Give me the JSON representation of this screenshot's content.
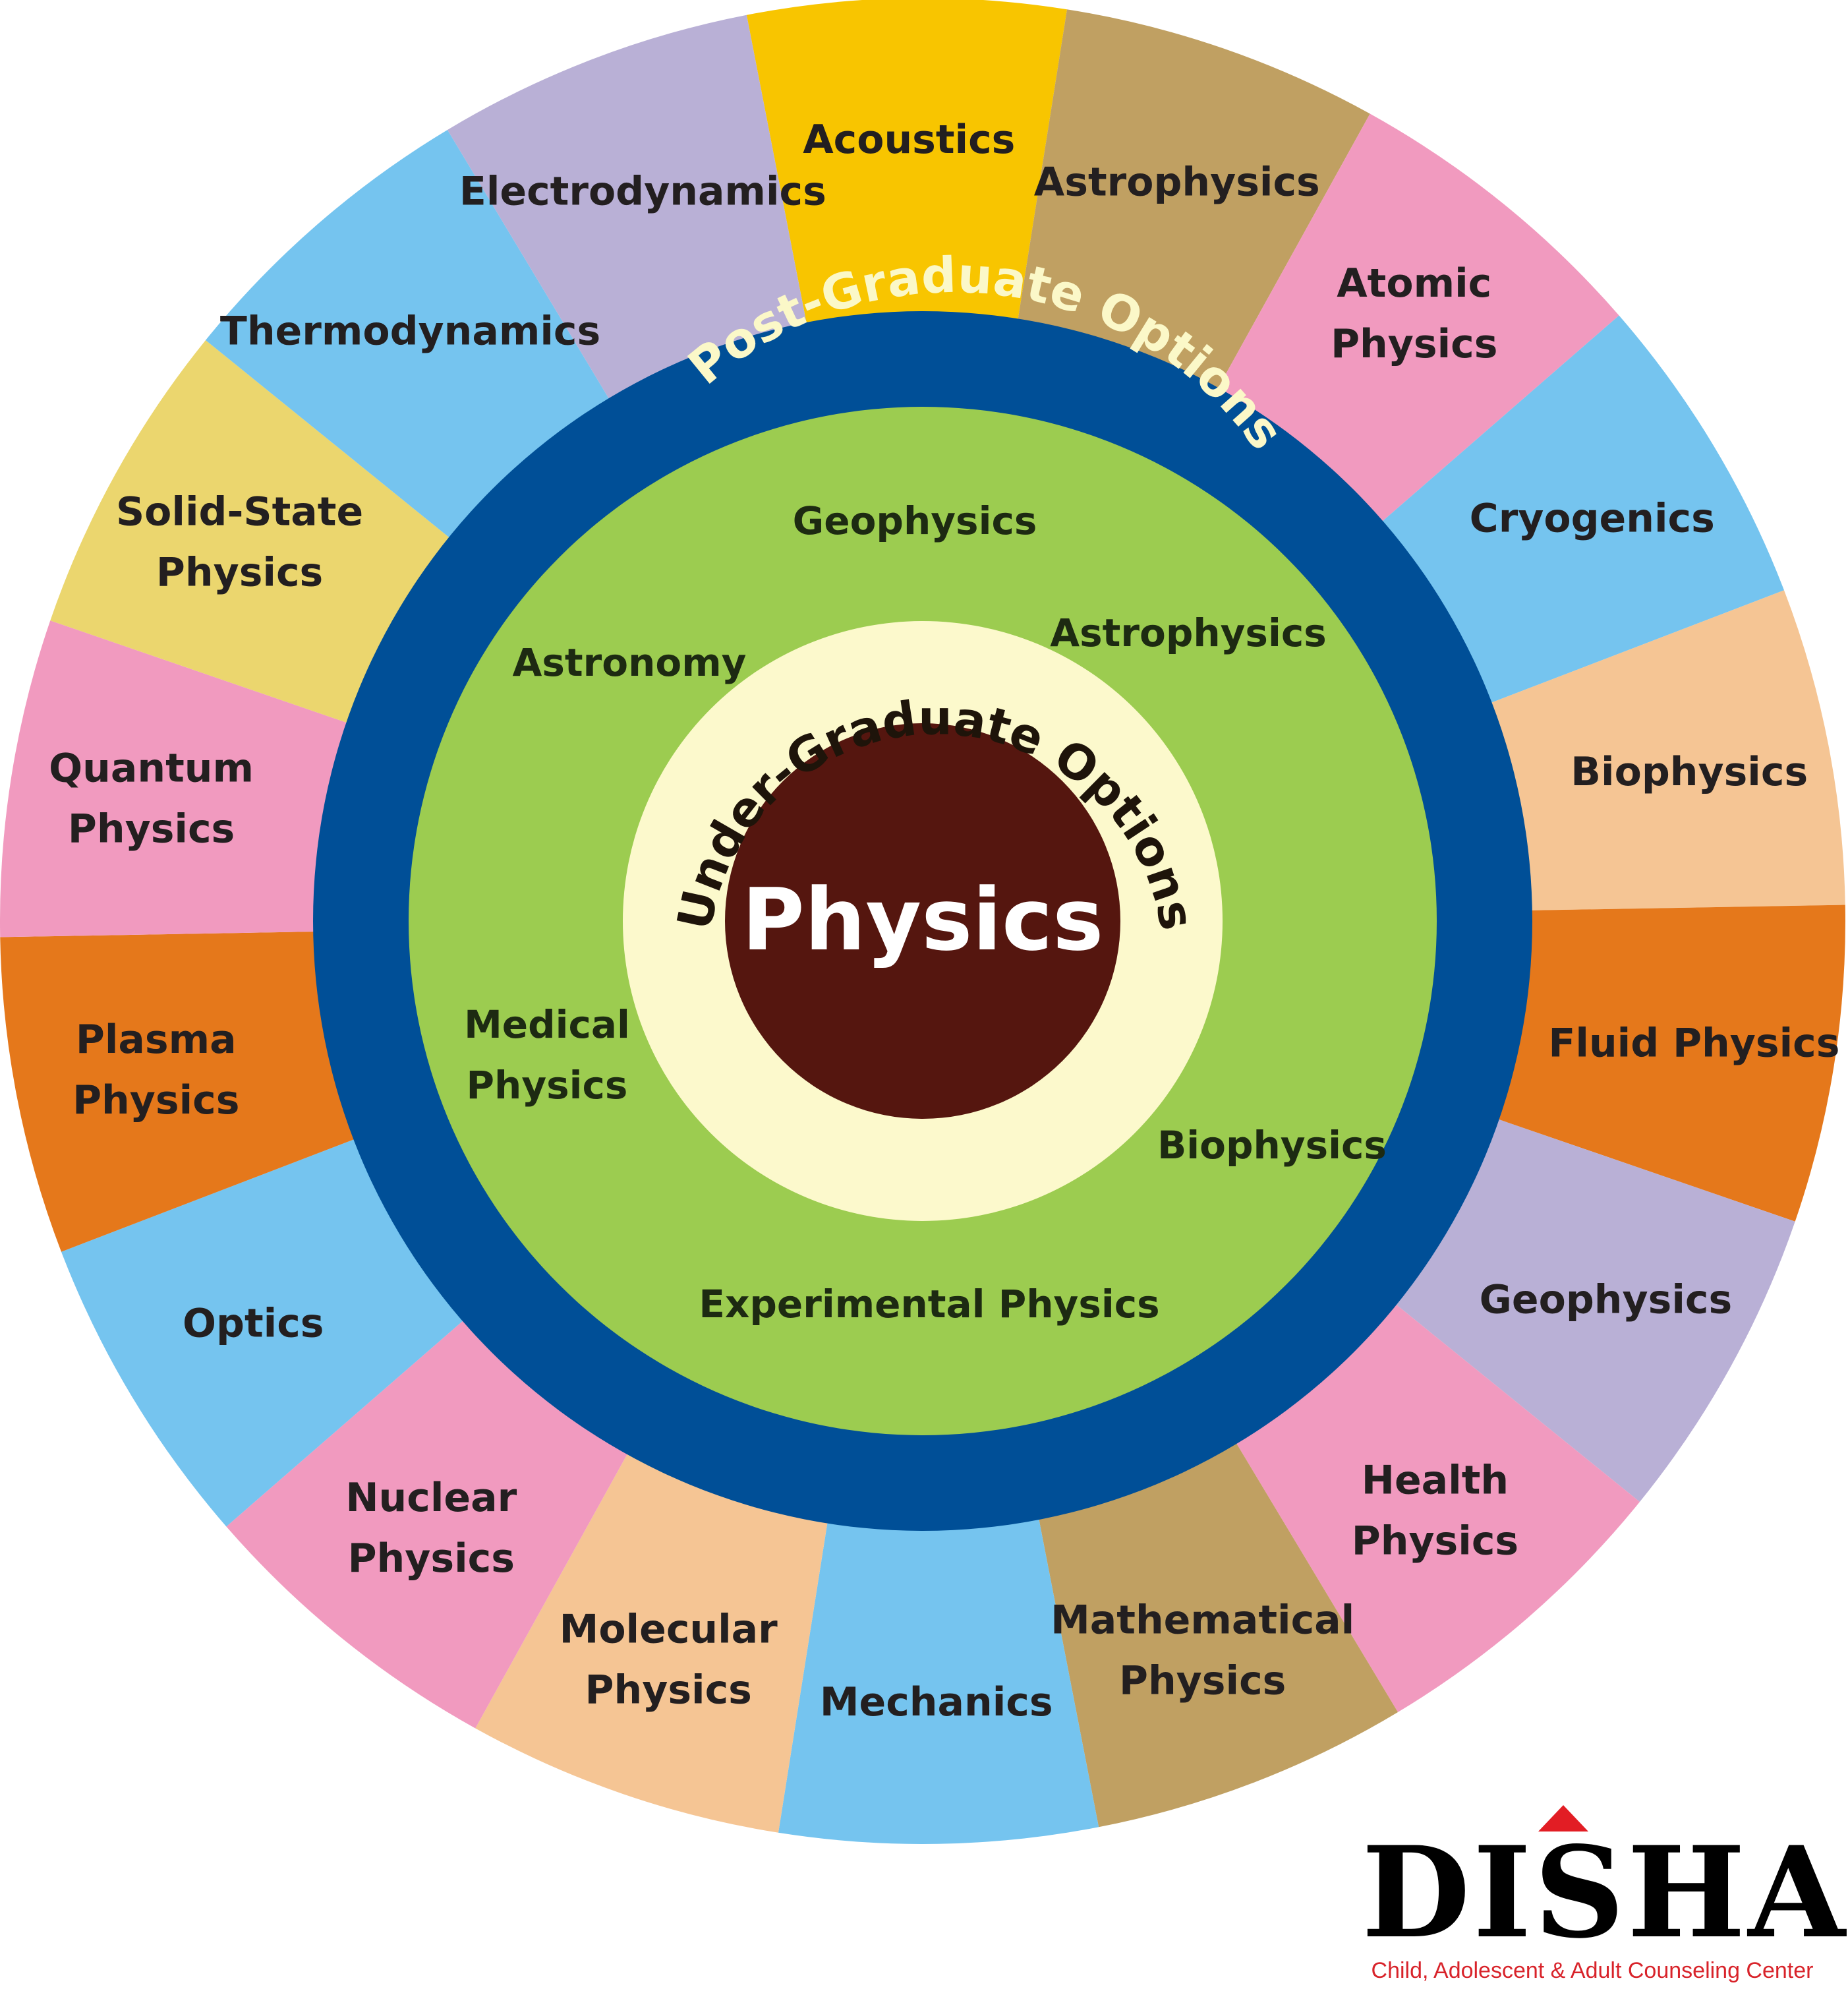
{
  "center": {
    "title": "Physics",
    "color": "#55160f"
  },
  "undergrad": {
    "ring_title": "Under-Graduate Options",
    "ring_color": "#fcf9cc",
    "options": [
      {
        "lines": [
          "Geophysics"
        ]
      },
      {
        "lines": [
          "Astrophysics"
        ]
      },
      {
        "lines": [
          "Astronomy"
        ]
      },
      {
        "lines": [
          "Medical",
          "Physics"
        ]
      },
      {
        "lines": [
          "Biophysics"
        ]
      },
      {
        "lines": [
          "Experimental Physics"
        ]
      }
    ],
    "disc_color": "#9ccc50"
  },
  "postgrad": {
    "ring_title": "Post-Graduate Options",
    "ring_color": "#004f97",
    "segments": [
      {
        "lines": [
          "Acoustics"
        ],
        "color": "#f8c500"
      },
      {
        "lines": [
          "Astrophysics"
        ],
        "color": "#c0a062"
      },
      {
        "lines": [
          "Atomic",
          "Physics"
        ],
        "color": "#f19abf"
      },
      {
        "lines": [
          "Cryogenics"
        ],
        "color": "#75c4ef"
      },
      {
        "lines": [
          "Biophysics"
        ],
        "color": "#f5c594"
      },
      {
        "lines": [
          "Fluid Physics"
        ],
        "color": "#e5781b"
      },
      {
        "lines": [
          "Geophysics"
        ],
        "color": "#b9b0d6"
      },
      {
        "lines": [
          "Health",
          "Physics"
        ],
        "color": "#f19abf"
      },
      {
        "lines": [
          "Mathematical",
          "Physics"
        ],
        "color": "#c0a062"
      },
      {
        "lines": [
          "Mechanics"
        ],
        "color": "#75c4ef"
      },
      {
        "lines": [
          "Molecular",
          "Physics"
        ],
        "color": "#f5c594"
      },
      {
        "lines": [
          "Nuclear",
          "Physics"
        ],
        "color": "#f19abf"
      },
      {
        "lines": [
          "Optics"
        ],
        "color": "#75c4ef"
      },
      {
        "lines": [
          "Plasma",
          "Physics"
        ],
        "color": "#e5781b"
      },
      {
        "lines": [
          "Quantum",
          "Physics"
        ],
        "color": "#f19abf"
      },
      {
        "lines": [
          "Solid-State",
          "Physics"
        ],
        "color": "#ebd66e"
      },
      {
        "lines": [
          "Thermodynamics"
        ],
        "color": "#75c4ef"
      },
      {
        "lines": [
          "Electrodynamics"
        ],
        "color": "#b9b0d6"
      }
    ]
  },
  "logo": {
    "name": "DISHA",
    "tagline": "Child, Adolescent & Adult Counseling Center",
    "mark_color": "#e21d24"
  }
}
